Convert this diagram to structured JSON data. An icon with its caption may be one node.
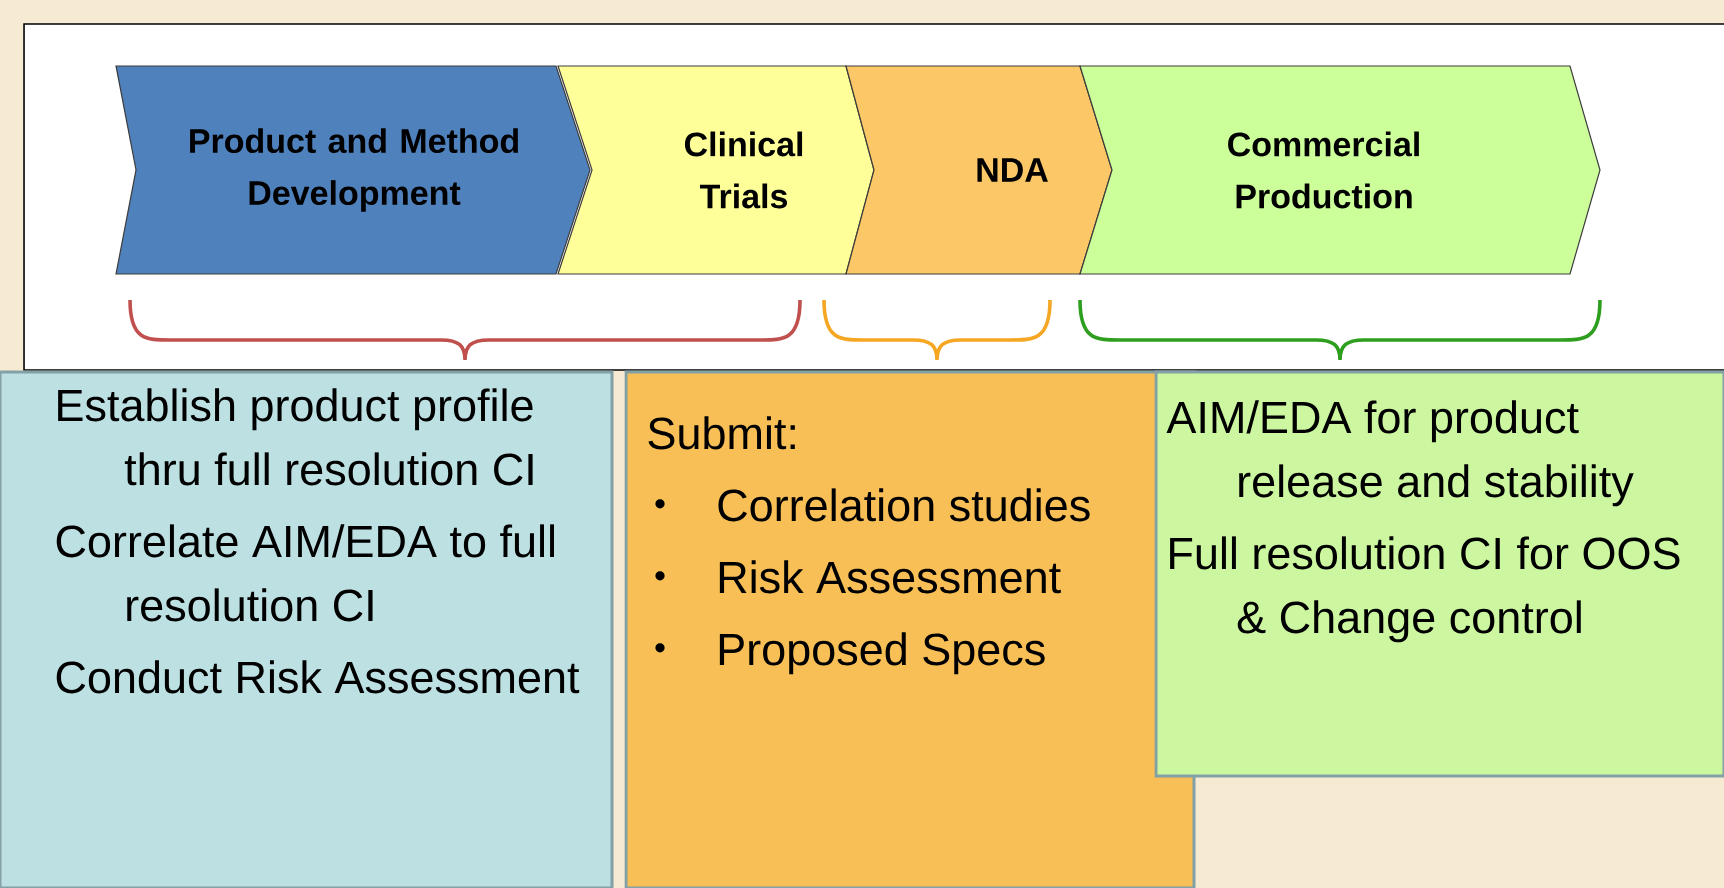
{
  "diagram": {
    "nodes": [
      {
        "text": [
          "Product and Method Development"
        ]
      },
      {
        "text": [
          "Clinical Trials"
        ]
      },
      {
        "text": [
          "NDA"
        ]
      },
      {
        "text": [
          "Commercial Production"
        ]
      },
      {
        "text": [
          "Establish product profile thru full resolution CI",
          "Correlate AIM/EDA to full resolution CI",
          "Conduct Risk Assessment"
        ]
      },
      {
        "text": [
          "Submit:",
          "Correlation studies",
          "Risk Assessment",
          "Proposed Specs"
        ]
      },
      {
        "text": [
          "AIM/EDA for product release and stability",
          "Full resolution CI for OOS & Change control"
        ]
      }
    ]
  }
}
